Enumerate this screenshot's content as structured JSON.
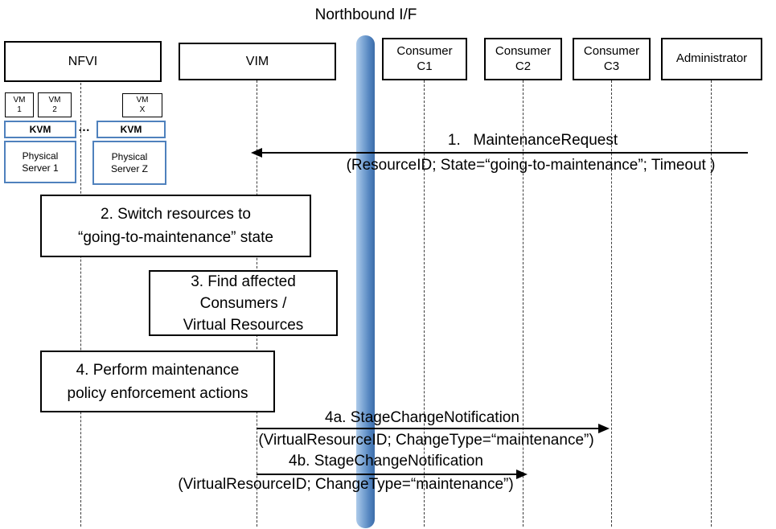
{
  "title": "Northbound I/F",
  "colors": {
    "accent": "#4F81BD"
  },
  "actors": {
    "nfvi": {
      "label": "NFVI"
    },
    "vim": {
      "label": "VIM"
    },
    "c1": {
      "line1": "Consumer",
      "line2": "C1"
    },
    "c2": {
      "line1": "Consumer",
      "line2": "C2"
    },
    "c3": {
      "line1": "Consumer",
      "line2": "C3"
    },
    "admin": {
      "label": "Administrator"
    }
  },
  "nfvi_internals": {
    "vm1": {
      "line1": "VM",
      "line2": "1"
    },
    "vm2": {
      "line1": "VM",
      "line2": "2"
    },
    "dots": "…",
    "vmx": {
      "line1": "VM",
      "line2": "X"
    },
    "kvm_left": "KVM",
    "kvm_right": "KVM",
    "server1": {
      "line1": "Physical",
      "line2": "Server 1"
    },
    "serverz": {
      "line1": "Physical",
      "line2": "Server Z"
    }
  },
  "steps": {
    "step2": {
      "line1": "2. Switch resources to",
      "line2": "“going-to-maintenance” state"
    },
    "step3": {
      "line1": "3. Find affected",
      "line2": "Consumers /",
      "line3": "Virtual Resources"
    },
    "step4": {
      "line1": "4. Perform maintenance",
      "line2": "policy enforcement actions"
    }
  },
  "messages": {
    "m1": {
      "label": "1.   MaintenanceRequest",
      "params": "(ResourceID; State=“going-to-maintenance”; Timeout )"
    },
    "m4a": {
      "label": "4a. StageChangeNotification",
      "params": "(VirtualResourceID; ChangeType=“maintenance”)"
    },
    "m4b": {
      "label": "4b. StageChangeNotification",
      "params": "(VirtualResourceID; ChangeType=“maintenance”)"
    }
  }
}
